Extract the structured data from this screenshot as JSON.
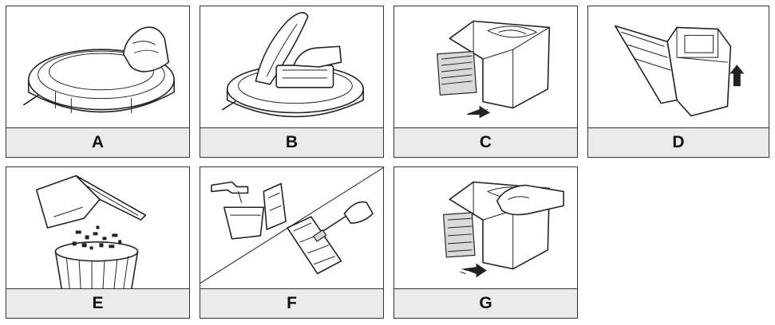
{
  "steps": [
    {
      "label": "A"
    },
    {
      "label": "B"
    },
    {
      "label": "C"
    },
    {
      "label": "D"
    },
    {
      "label": "E"
    },
    {
      "label": "F"
    },
    {
      "label": "G"
    }
  ]
}
